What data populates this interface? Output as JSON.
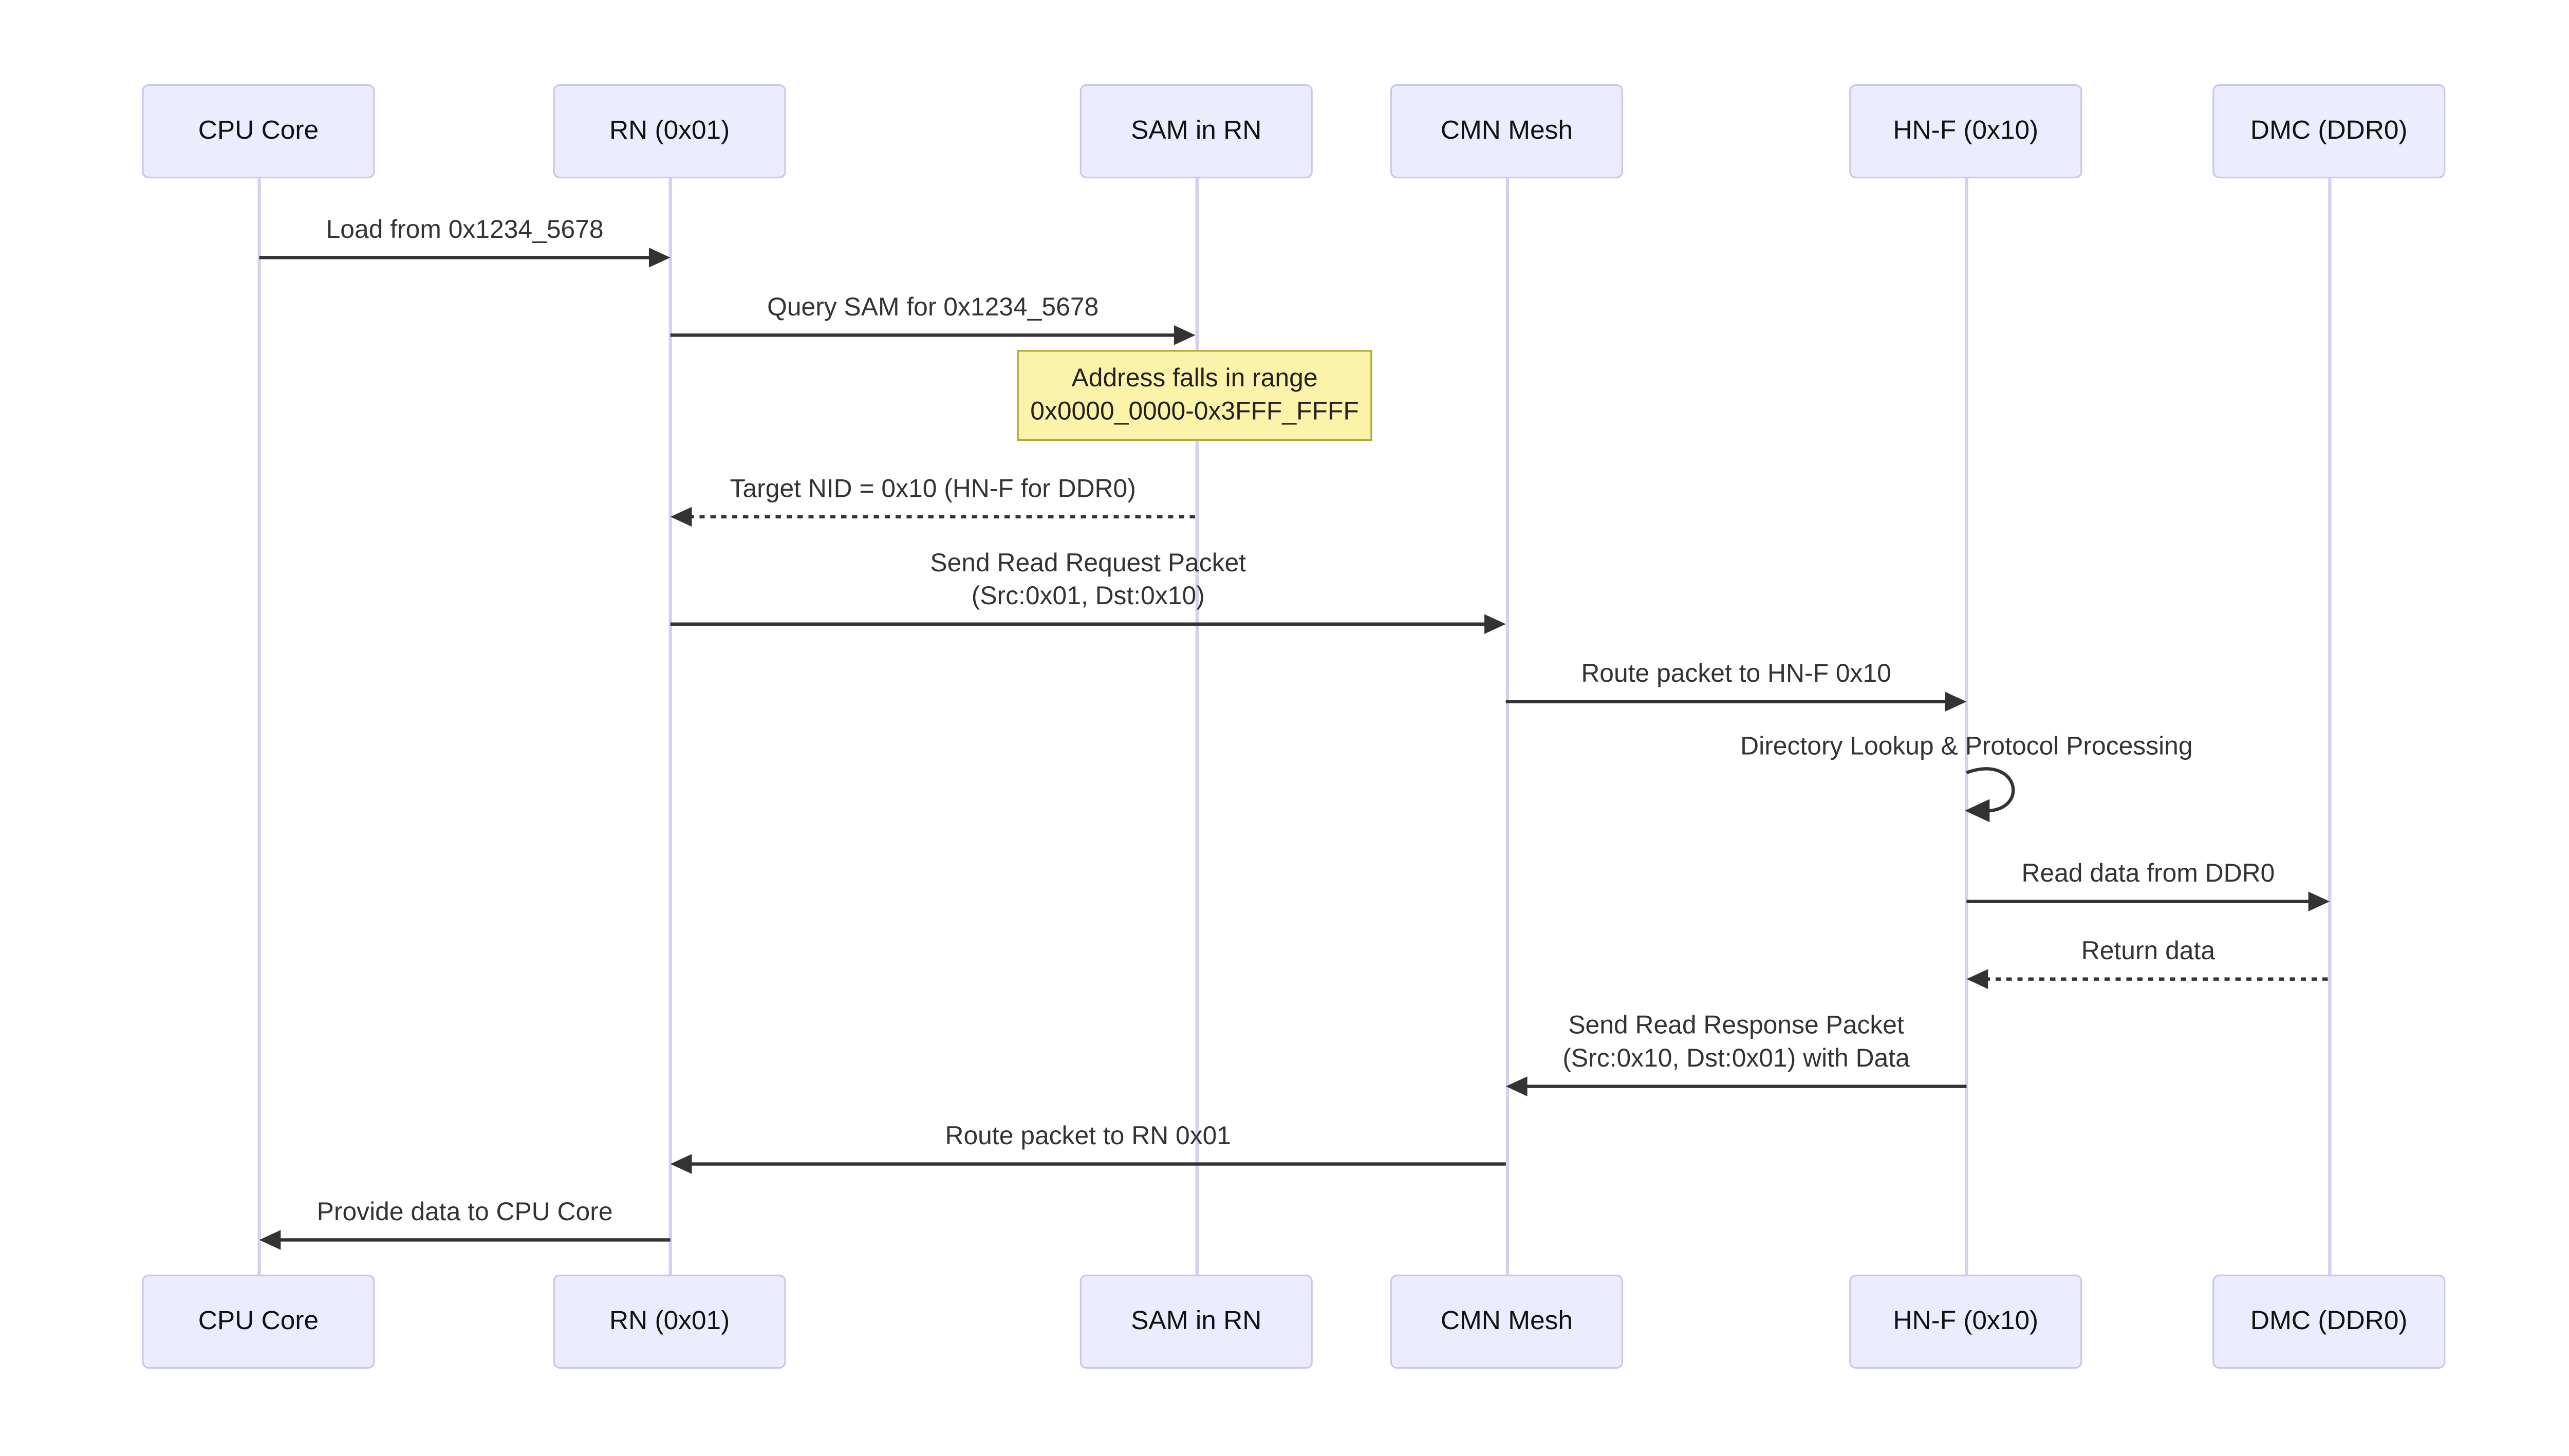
{
  "diagram": {
    "type": "sequence",
    "participants": [
      {
        "id": "cpu",
        "label": "CPU Core"
      },
      {
        "id": "rn",
        "label": "RN (0x01)"
      },
      {
        "id": "sam",
        "label": "SAM in RN"
      },
      {
        "id": "cmn",
        "label": "CMN Mesh"
      },
      {
        "id": "hnf",
        "label": "HN-F (0x10)"
      },
      {
        "id": "dmc",
        "label": "DMC (DDR0)"
      }
    ],
    "messages": [
      {
        "from": "CPU Core",
        "to": "RN (0x01)",
        "style": "solid",
        "text": "Load from 0x1234_5678"
      },
      {
        "from": "RN (0x01)",
        "to": "SAM in RN",
        "style": "solid",
        "text": "Query SAM for 0x1234_5678"
      },
      {
        "from": "SAM in RN",
        "to": "RN (0x01)",
        "style": "dashed",
        "text": "Target NID = 0x10 (HN-F for DDR0)"
      },
      {
        "from": "RN (0x01)",
        "to": "CMN Mesh",
        "style": "solid",
        "line1": "Send Read Request Packet",
        "line2": "(Src:0x01, Dst:0x10)"
      },
      {
        "from": "CMN Mesh",
        "to": "HN-F (0x10)",
        "style": "solid",
        "text": "Route packet to HN-F 0x10"
      },
      {
        "from": "HN-F (0x10)",
        "to": "HN-F (0x10)",
        "style": "self",
        "text": "Directory Lookup & Protocol Processing"
      },
      {
        "from": "HN-F (0x10)",
        "to": "DMC (DDR0)",
        "style": "solid",
        "text": "Read data from DDR0"
      },
      {
        "from": "DMC (DDR0)",
        "to": "HN-F (0x10)",
        "style": "dashed",
        "text": "Return data"
      },
      {
        "from": "HN-F (0x10)",
        "to": "CMN Mesh",
        "style": "solid",
        "line1": "Send Read Response Packet",
        "line2": "(Src:0x10, Dst:0x01) with Data"
      },
      {
        "from": "CMN Mesh",
        "to": "RN (0x01)",
        "style": "solid",
        "text": "Route packet to RN 0x01"
      },
      {
        "from": "RN (0x01)",
        "to": "CPU Core",
        "style": "solid",
        "text": "Provide data to CPU Core"
      }
    ],
    "note": {
      "over": "SAM in RN",
      "line1": "Address falls in range",
      "line2": "0x0000_0000-0x3FFF_FFFF"
    },
    "colors": {
      "background": "#FFFFFF",
      "actor_fill": "#ECECFF",
      "actor_border": "#CCC6EC",
      "lifeline": "#D9CDF0",
      "arrow": "#333333",
      "message_text": "#333333",
      "actor_text": "#111111",
      "note_fill": "#FBF3A9",
      "note_border": "#AAAA33"
    }
  }
}
